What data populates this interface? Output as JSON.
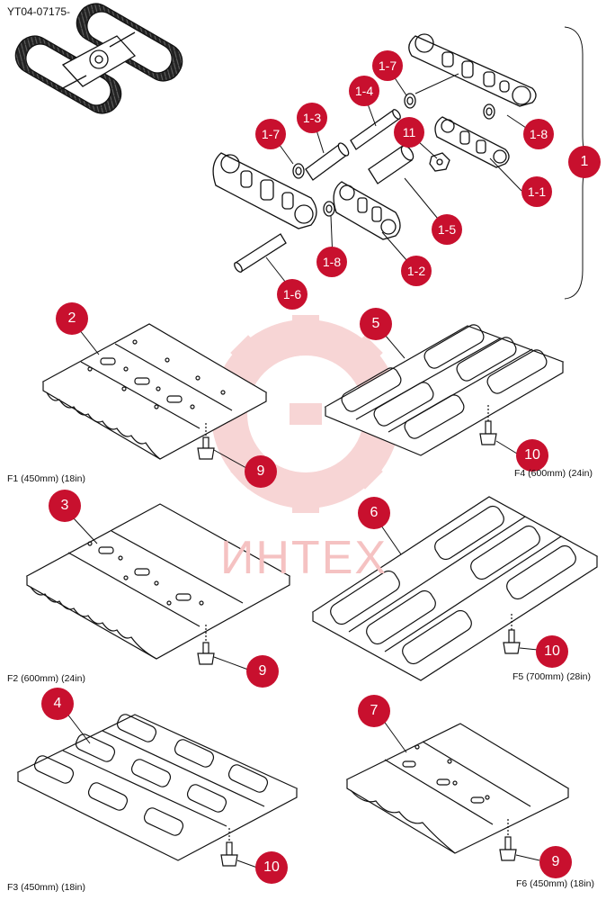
{
  "part_code": "YT04-07175-",
  "watermark_text": "ИНТЕХ",
  "colors": {
    "callout": "#c8102e",
    "watermark": "#f5c2c2",
    "line": "#111111"
  },
  "callouts": {
    "c1": "1",
    "c1_1": "1-1",
    "c1_2": "1-2",
    "c1_3": "1-3",
    "c1_4": "1-4",
    "c1_5": "1-5",
    "c1_6": "1-6",
    "c1_7a": "1-7",
    "c1_7b": "1-7",
    "c1_8a": "1-8",
    "c1_8b": "1-8",
    "c11": "11",
    "c2": "2",
    "c3": "3",
    "c4": "4",
    "c5": "5",
    "c6": "6",
    "c7": "7",
    "c9a": "9",
    "c9b": "9",
    "c9c": "9",
    "c10a": "10",
    "c10b": "10",
    "c10c": "10"
  },
  "sizes": {
    "f1": "F1 (450mm) (18in)",
    "f2": "F2 (600mm) (24in)",
    "f3": "F3 (450mm) (18in)",
    "f4": "F4 (600mm) (24in)",
    "f5": "F5 (700mm) (28in)",
    "f6": "F6 (450mm) (18in)"
  }
}
